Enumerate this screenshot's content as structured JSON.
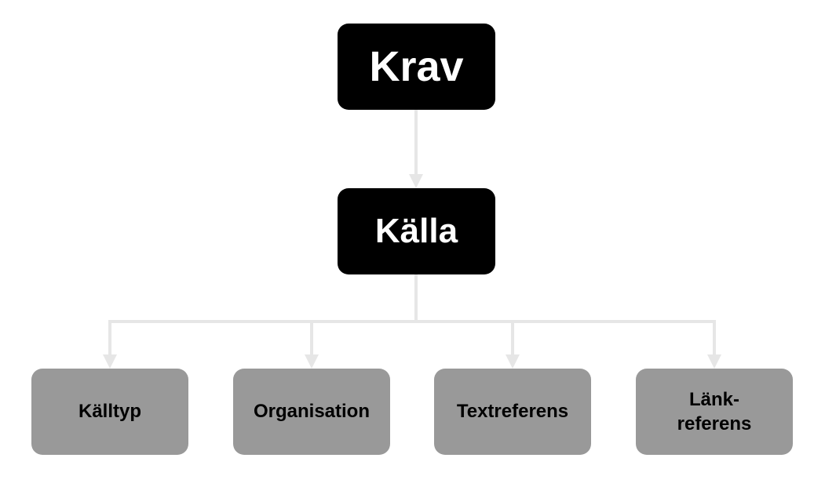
{
  "nodes": {
    "root": "Krav",
    "child": "Källa",
    "leaves": [
      "Källtyp",
      "Organisation",
      "Textreferens",
      "Länk-\nreferens"
    ]
  },
  "colors": {
    "dark": "#000000",
    "leaf": "#999999",
    "connector": "#e6e6e6"
  }
}
